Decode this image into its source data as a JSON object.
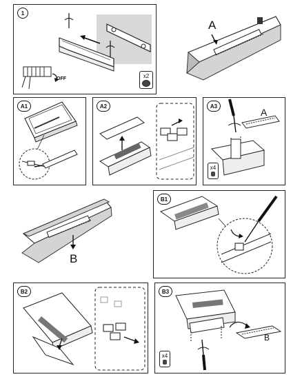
{
  "steps": {
    "s1": "1",
    "a1": "A1",
    "a2": "A2",
    "a3": "A3",
    "b1": "B1",
    "b2": "B2",
    "b3": "B3"
  },
  "letters": {
    "a_main": "A",
    "a3_label": "A",
    "b_main": "B",
    "b3_label": "B"
  },
  "badges": {
    "s1_count": "x2",
    "a3_count": "x4",
    "b3_count": "x4"
  },
  "switch_label": "OFF"
}
